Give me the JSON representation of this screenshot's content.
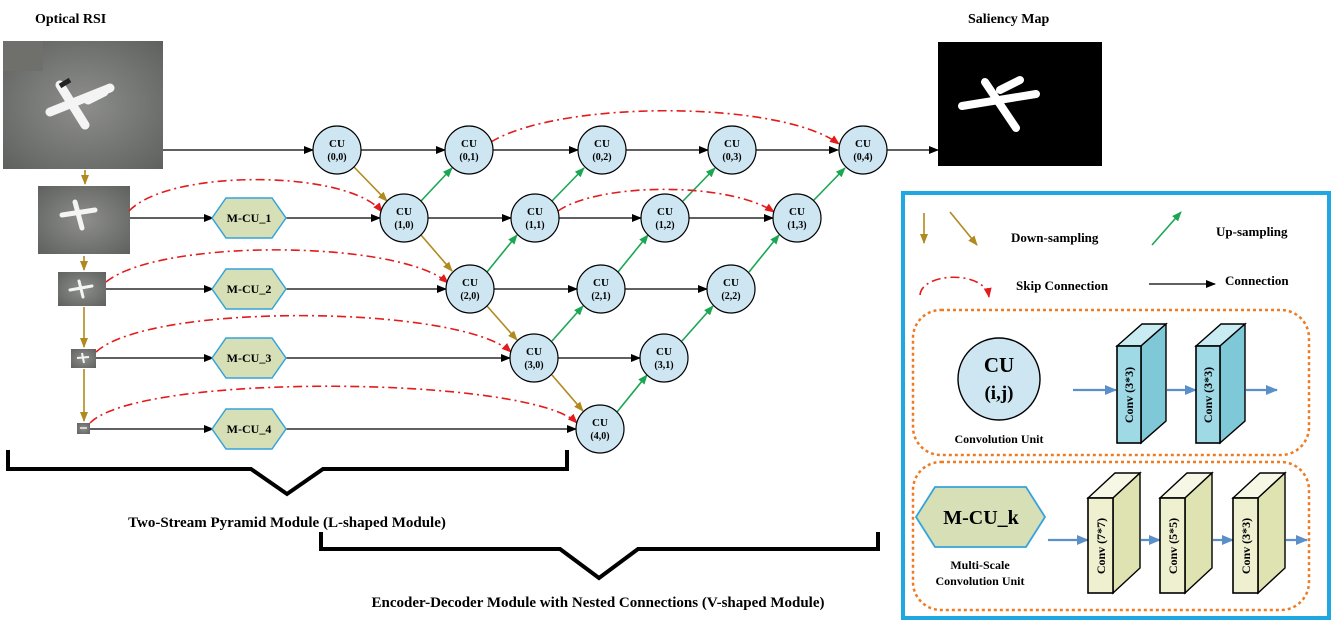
{
  "titles": {
    "input": "Optical RSI",
    "output": "Saliency Map",
    "l_module": "Two-Stream Pyramid Module (L-shaped Module)",
    "v_module": "Encoder-Decoder Module with Nested Connections (V-shaped Module)"
  },
  "cu_nodes": [
    {
      "id": "cu-0-0",
      "name": "CU",
      "idx": "(0,0)"
    },
    {
      "id": "cu-0-1",
      "name": "CU",
      "idx": "(0,1)"
    },
    {
      "id": "cu-0-2",
      "name": "CU",
      "idx": "(0,2)"
    },
    {
      "id": "cu-0-3",
      "name": "CU",
      "idx": "(0,3)"
    },
    {
      "id": "cu-0-4",
      "name": "CU",
      "idx": "(0,4)"
    },
    {
      "id": "cu-1-0",
      "name": "CU",
      "idx": "(1,0)"
    },
    {
      "id": "cu-1-1",
      "name": "CU",
      "idx": "(1,1)"
    },
    {
      "id": "cu-1-2",
      "name": "CU",
      "idx": "(1,2)"
    },
    {
      "id": "cu-1-3",
      "name": "CU",
      "idx": "(1,3)"
    },
    {
      "id": "cu-2-0",
      "name": "CU",
      "idx": "(2,0)"
    },
    {
      "id": "cu-2-1",
      "name": "CU",
      "idx": "(2,1)"
    },
    {
      "id": "cu-2-2",
      "name": "CU",
      "idx": "(2,2)"
    },
    {
      "id": "cu-3-0",
      "name": "CU",
      "idx": "(3,0)"
    },
    {
      "id": "cu-3-1",
      "name": "CU",
      "idx": "(3,1)"
    },
    {
      "id": "cu-4-0",
      "name": "CU",
      "idx": "(4,0)"
    }
  ],
  "mcu_nodes": [
    "M-CU_1",
    "M-CU_2",
    "M-CU_3",
    "M-CU_4"
  ],
  "legend": {
    "down": "Down-sampling",
    "up": "Up-sampling",
    "skip": "Skip Connection",
    "conn": "Connection",
    "cu_big_name": "CU",
    "cu_big_idx": "(i,j)",
    "cu_caption": "Convolution Unit",
    "mcu_big": "M-CU_k",
    "mcu_caption_1": "Multi-Scale",
    "mcu_caption_2": "Convolution Unit",
    "cu_convs": [
      "Conv (3*3)",
      "Conv (3*3)"
    ],
    "mcu_convs": [
      "Conv (7*7)",
      "Conv (5*5)",
      "Conv (3*3)"
    ]
  },
  "colors": {
    "cu_fill": "#cde6f2",
    "mcu_fill": "#d6dfb6",
    "down_arrow": "#b08a1e",
    "up_arrow": "#1aa653",
    "skip": "#e31b1b",
    "legend_border": "#1ea7e1",
    "dashed_box": "#ef7b22",
    "conv_blue": "#9fd9e6",
    "conv_yellow": "#eef0cf",
    "arrow_blue": "#5b8fc9"
  }
}
